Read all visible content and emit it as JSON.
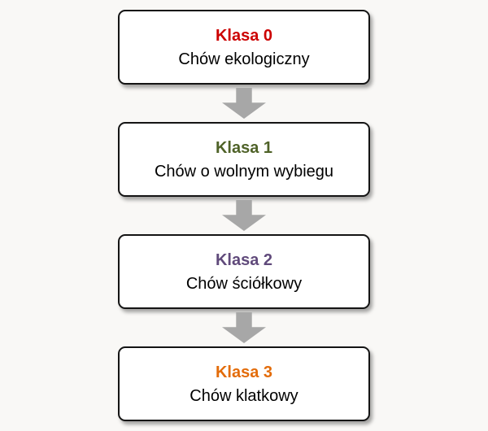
{
  "page": {
    "background": "#f9f8f6"
  },
  "diagram": {
    "arrow_color": "#a7a7a7",
    "nodes": [
      {
        "title": "Klasa 0",
        "title_color": "#cc0000",
        "label": "Chów ekologiczny"
      },
      {
        "title": "Klasa 1",
        "title_color": "#4f6228",
        "label": "Chów o wolnym wybiegu"
      },
      {
        "title": "Klasa 2",
        "title_color": "#604a7b",
        "label": "Chów ściółkowy"
      },
      {
        "title": "Klasa 3",
        "title_color": "#e36c0a",
        "label": "Chów klatkowy"
      }
    ]
  }
}
